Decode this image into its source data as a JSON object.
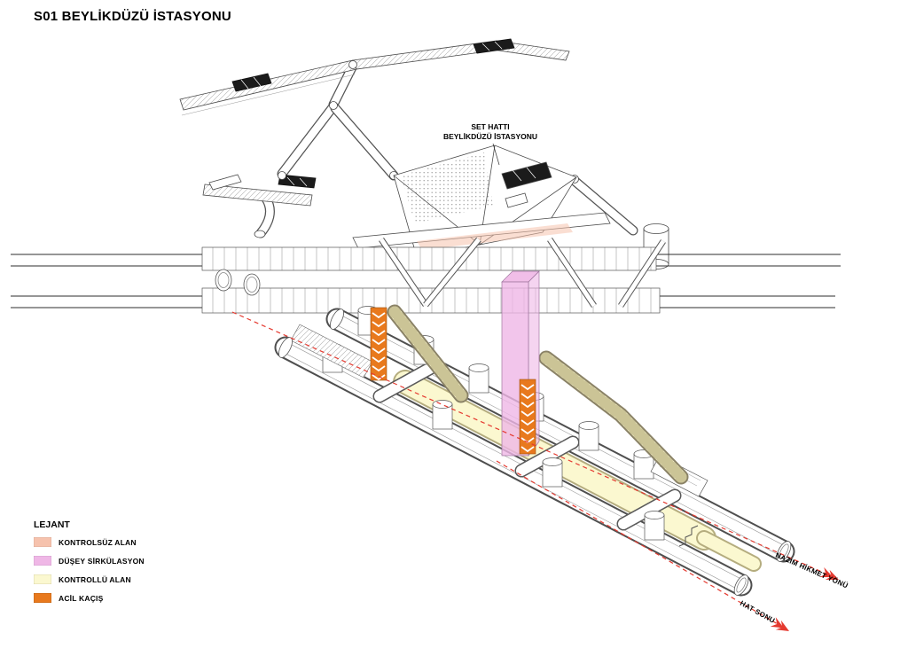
{
  "page": {
    "title": "S01 BEYLİKDÜZÜ İSTASYONU"
  },
  "callout": {
    "line1": "SET HATTI",
    "line2": "BEYLİKDÜZÜ İSTASYONU"
  },
  "legend": {
    "title": "LEJANT",
    "items": [
      {
        "label": "KONTROLSÜZ ALAN",
        "color": "#f6c2ad"
      },
      {
        "label": "DÜŞEY SİRKÜLASYON",
        "color": "#efb7e6"
      },
      {
        "label": "KONTROLLÜ ALAN",
        "color": "#fbf8d0"
      },
      {
        "label": "ACİL KAÇIŞ",
        "color": "#e8791d"
      }
    ]
  },
  "annotations": {
    "direction_label": "NAZIM HİKMET YÖNÜ",
    "end_label": "HAT SONU"
  },
  "colors": {
    "uncontrolled": "#f6c2ad",
    "vertical_circulation": "#efb7e6",
    "controlled": "#fbf8d0",
    "emergency": "#e8791d",
    "line_red": "#e53a30",
    "ink": "#3a3a3a"
  }
}
